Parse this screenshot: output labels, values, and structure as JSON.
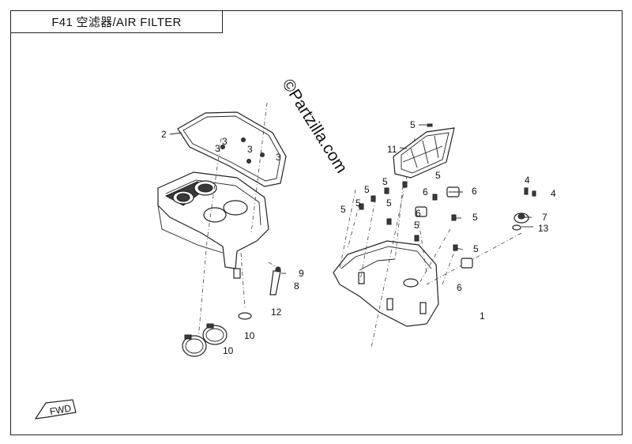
{
  "title": "F41 空滤器/AIR FILTER",
  "watermark": "©Partzilla.com",
  "fwd_label": "FWD",
  "callouts": [
    "1",
    "2",
    "3",
    "3",
    "3",
    "3",
    "4",
    "4",
    "5",
    "5",
    "5",
    "5",
    "5",
    "5",
    "5",
    "5",
    "5",
    "5",
    "6",
    "6",
    "6",
    "6",
    "7",
    "8",
    "9",
    "10",
    "10",
    "11",
    "12",
    "13"
  ]
}
